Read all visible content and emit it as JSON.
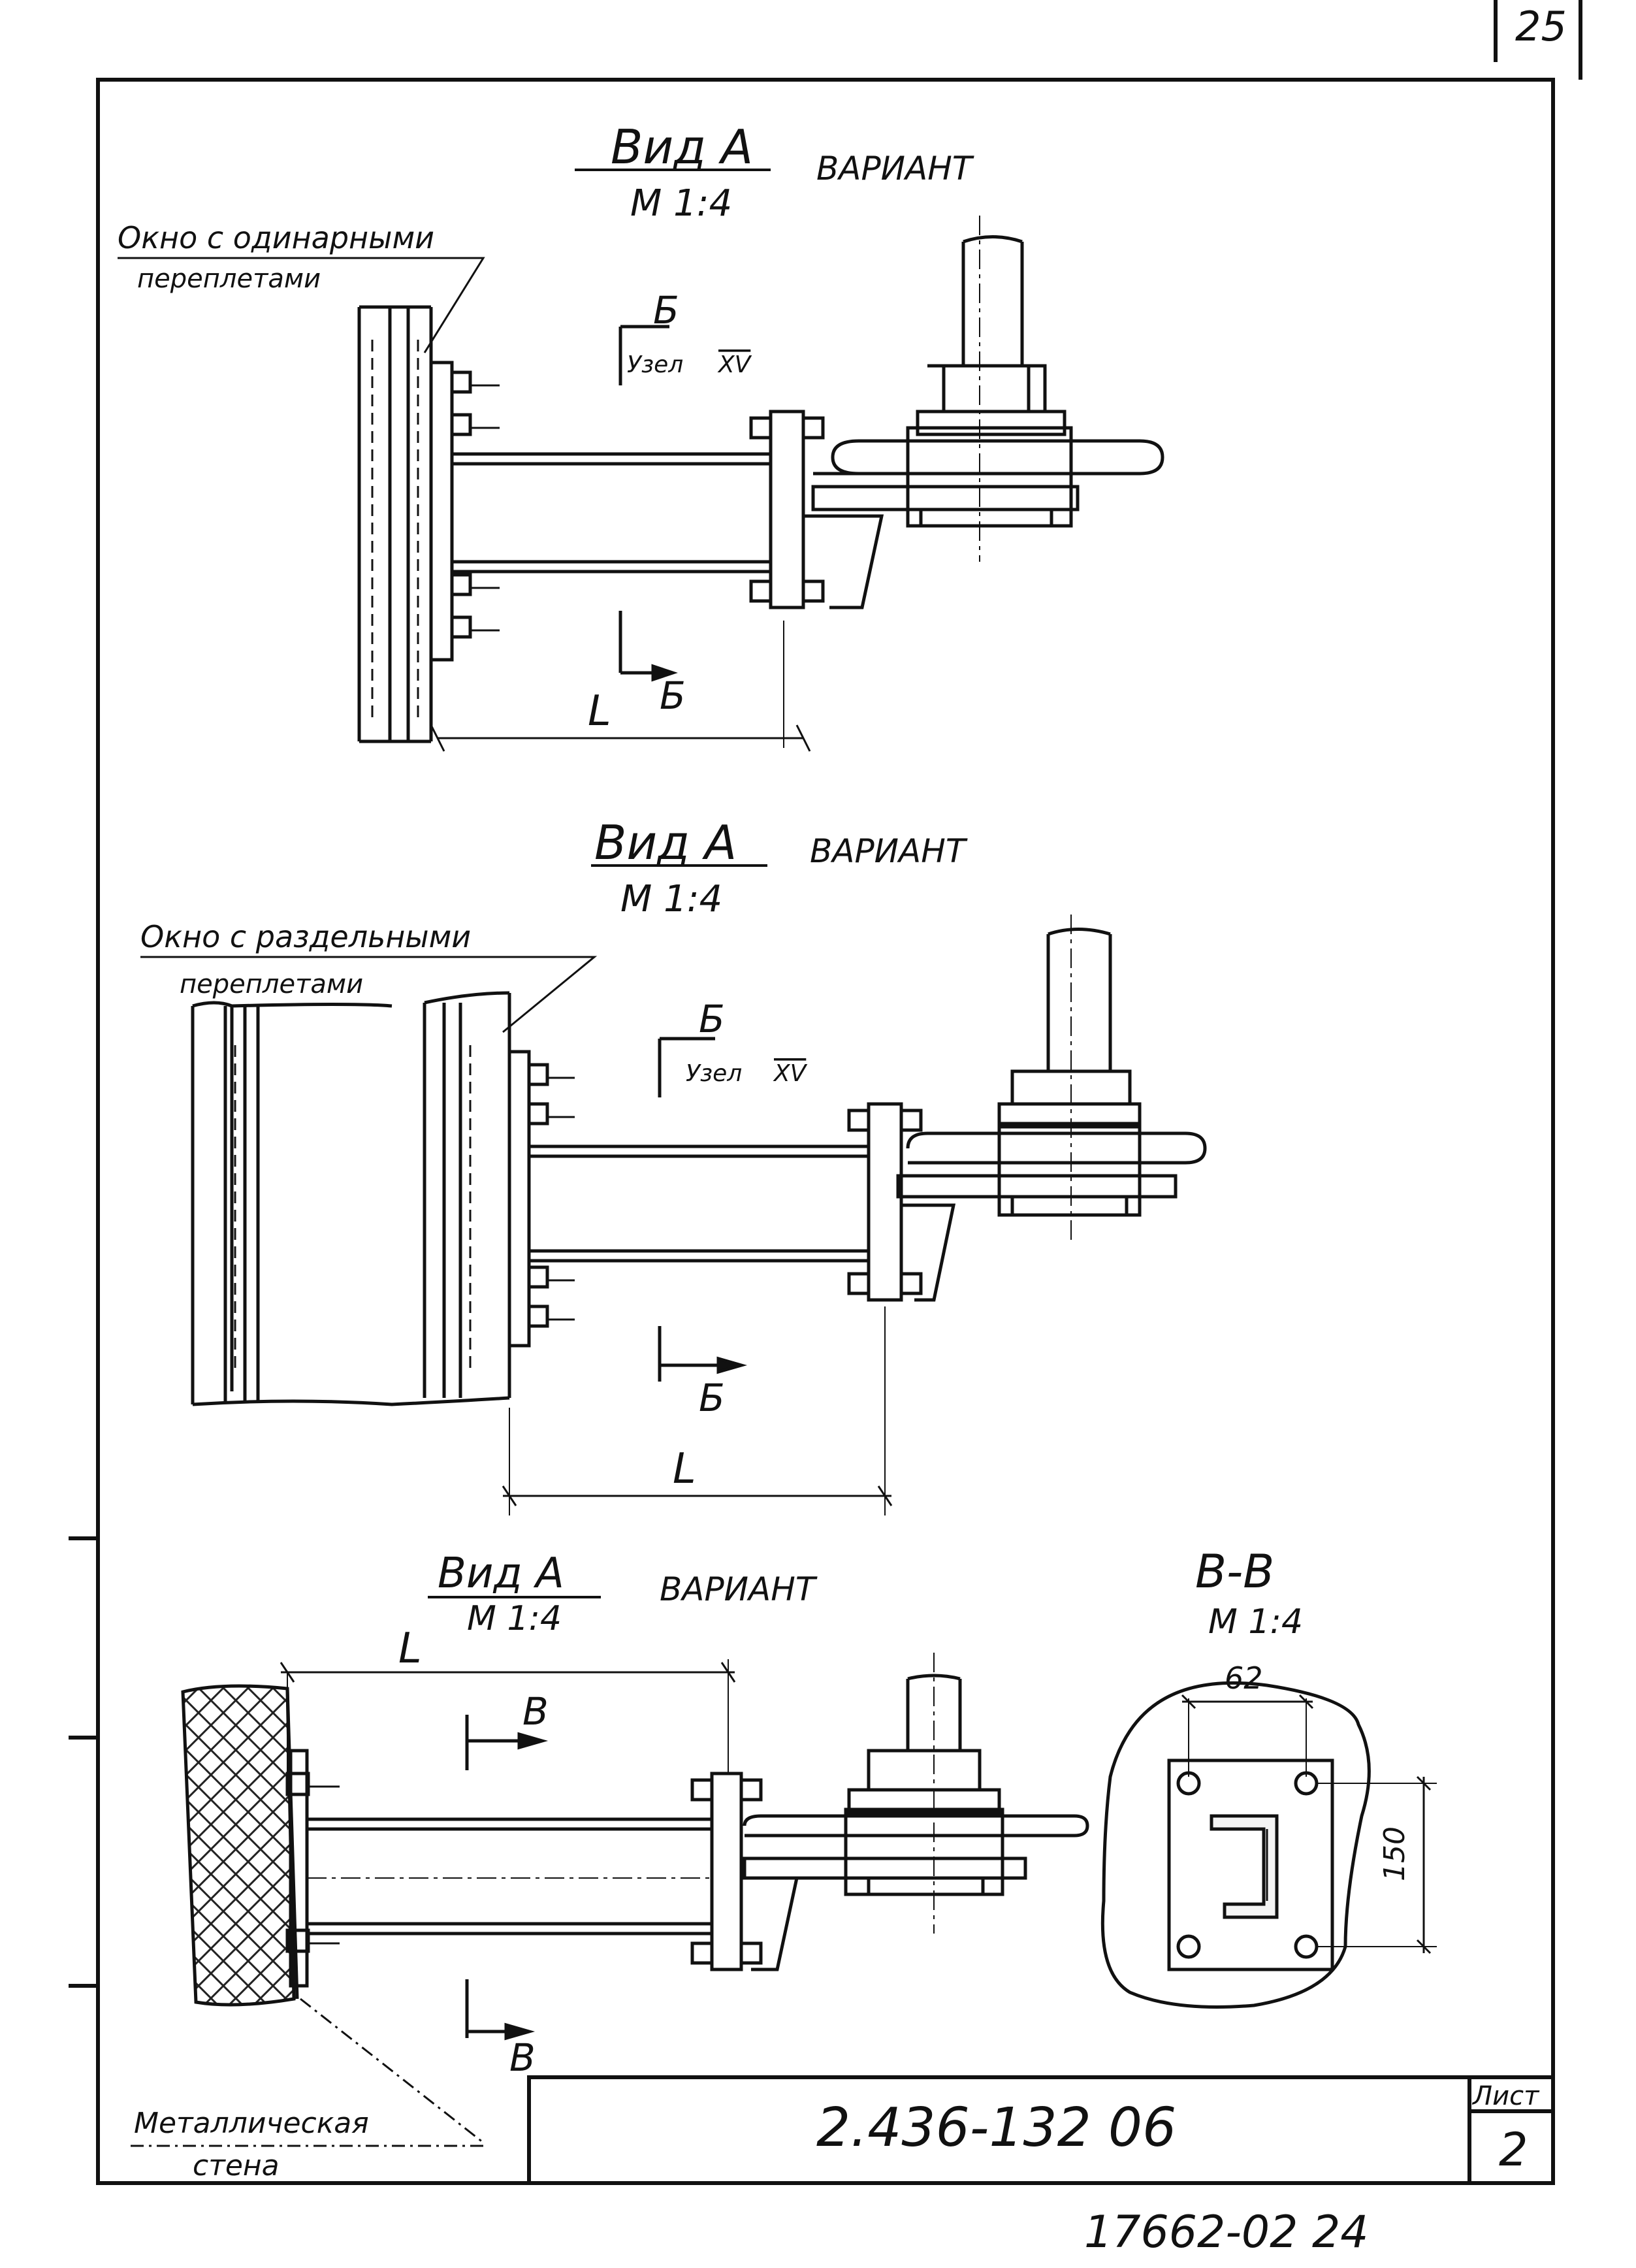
{
  "sheet": {
    "corner_number": "25",
    "sheet_label": "Лист",
    "sheet_number": "2",
    "doc_code": "2.436-132 06",
    "archive_number": "17662-02 24"
  },
  "view1": {
    "title": "Вид А",
    "scale": "М 1:4",
    "variant": "ВАРИАНТ",
    "callout_line1": "Окно с одинарными",
    "callout_line2": "переплетами",
    "section_letter": "Б",
    "node_label": "Узел",
    "node_number": "XV",
    "section_letter_bottom": "Б",
    "dim_label": "L"
  },
  "view2": {
    "title": "Вид А",
    "scale": "М 1:4",
    "variant": "ВАРИАНТ",
    "callout_line1": "Окно с раздельными",
    "callout_line2": "переплетами",
    "section_letter": "Б",
    "node_label": "Узел",
    "node_number": "XV",
    "section_letter_bottom": "Б",
    "dim_label": "L"
  },
  "view3": {
    "title": "Вид А",
    "scale": "М 1:4",
    "variant": "ВАРИАНТ",
    "dim_label": "L",
    "section_letter": "В",
    "section_letter_bottom": "В",
    "callout_line1": "Металлическая",
    "callout_line2": "стена"
  },
  "section_vv": {
    "title": "В-В",
    "scale": "М 1:4",
    "dim_width": "62",
    "dim_height": "150"
  }
}
